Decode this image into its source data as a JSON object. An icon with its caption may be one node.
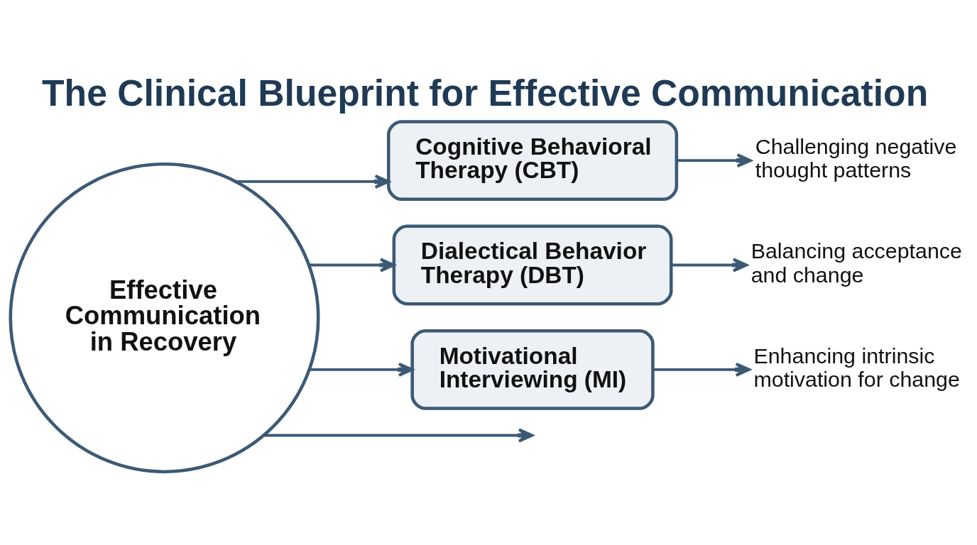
{
  "diagram": {
    "title": "The Clinical Blueprint for Effective Communication",
    "nodes": [
      {
        "text": [
          "Effective Communication in Recovery"
        ]
      },
      {
        "text": [
          "Cognitive Behavioral Therapy (CBT)"
        ]
      },
      {
        "text": [
          "Challenging negative thought patterns"
        ]
      },
      {
        "text": [
          "Dialectical Behavior Therapy (DBT)"
        ]
      },
      {
        "text": [
          "Balancing acceptance and change"
        ]
      },
      {
        "text": [
          "Motivational Interviewing (MI)"
        ]
      },
      {
        "text": [
          "Enhancing intrinsic motivation for change"
        ]
      }
    ],
    "edges": [
      {
        "from": 0,
        "to": 1,
        "arrow": "to"
      },
      {
        "from": 0,
        "to": 3,
        "arrow": "to"
      },
      {
        "from": 0,
        "to": null,
        "arrow": "to"
      },
      {
        "from": 0,
        "to": 5,
        "arrow": "to"
      },
      {
        "from": 1,
        "to": 2,
        "arrow": "to"
      },
      {
        "from": 3,
        "to": 4,
        "arrow": "to"
      },
      {
        "from": 5,
        "to": 6,
        "arrow": "to"
      }
    ]
  }
}
